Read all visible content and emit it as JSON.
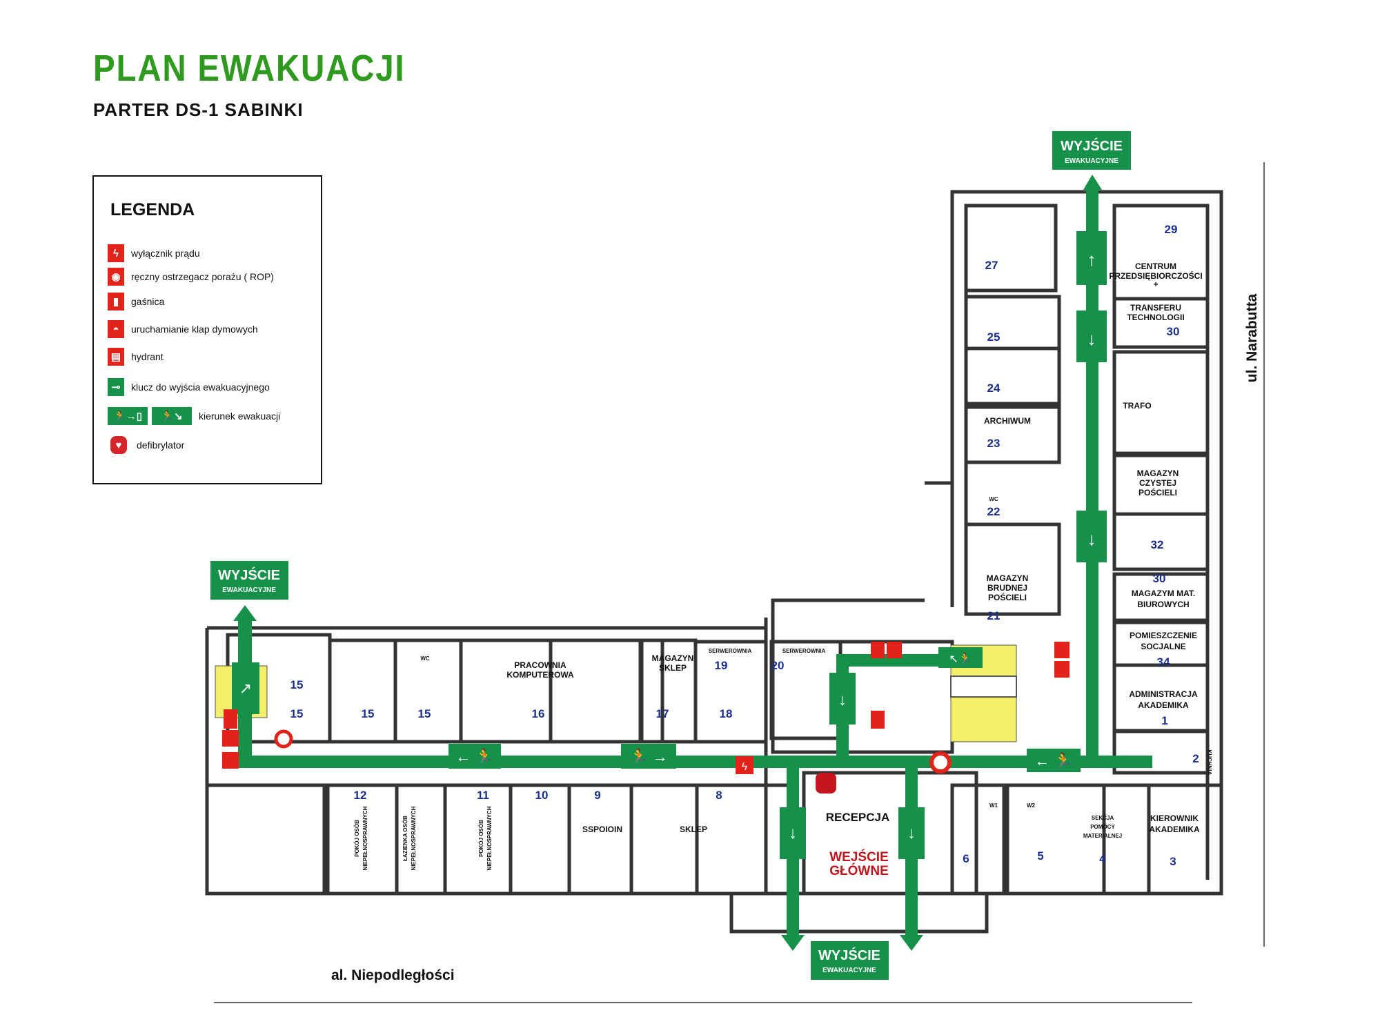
{
  "header": {
    "title": "PLAN EWAKUACJI",
    "subtitle": "PARTER  DS-1 SABINKI"
  },
  "legend": {
    "title": "LEGENDA",
    "items": [
      {
        "label": "wyłącznik prądu",
        "icon": "power-switch-icon"
      },
      {
        "label": "ręczny  ostrzegacz porażu ( ROP)",
        "icon": "fire-alarm-button-icon"
      },
      {
        "label": "gaśnica",
        "icon": "fire-extinguisher-icon"
      },
      {
        "label": "uruchamianie klap dymowych",
        "icon": "smoke-vent-icon"
      },
      {
        "label": "hydrant",
        "icon": "hydrant-icon"
      },
      {
        "label": "klucz  do wyjścia ewakuacyjnego",
        "icon": "exit-key-icon"
      },
      {
        "label": "kierunek ewakuacji",
        "icon": "evacuation-direction-icon"
      },
      {
        "label": "defibrylator",
        "icon": "defibrillator-icon"
      }
    ]
  },
  "exits": {
    "top": {
      "line1": "WYJŚCIE",
      "line2": "EWAKUACYJNE"
    },
    "left": {
      "line1": "WYJŚCIE",
      "line2": "EWAKUACYJNE"
    },
    "bottom": {
      "line1": "WYJŚCIE",
      "line2": "EWAKUACYJNE"
    }
  },
  "main_entrance": {
    "line1": "WEJŚCIE",
    "line2": "GŁÓWNE"
  },
  "rooms": {
    "r29": "29",
    "centrum1": "CENTRUM",
    "centrum2": "PRZEDSIĘBIORCZOŚCI",
    "centrum3": "+",
    "r27": "27",
    "transferu1": "TRANSFERU",
    "transferu2": "TECHNOLOGII",
    "r30a": "30",
    "r25": "25",
    "r24": "24",
    "trafo": "TRAFO",
    "archiwum": "ARCHIWUM",
    "r23": "23",
    "mag_czystej1": "MAGAZYN",
    "mag_czystej2": "CZYSTEJ",
    "mag_czystej3": "POŚCIELI",
    "wc22": "WC",
    "r22": "22",
    "r32": "32",
    "mag_brudnej1": "MAGAZYN",
    "mag_brudnej2": "BRUDNEJ",
    "mag_brudnej3": "POŚCIELI",
    "r21": "21",
    "r30b": "30",
    "mag_mat1": "MAGAZYM MAT.",
    "mag_mat2": "BIUROWYCH",
    "pom_soc1": "POMIESZCZENIE",
    "pom_soc2": "SOCJALNE",
    "r34": "34",
    "admin1": "ADMINISTRACJA",
    "admin2": "AKADEMIKA",
    "r1": "1",
    "r2": "2",
    "kuchnia": "KUCHNIA",
    "r15a": "15",
    "r15b": "15",
    "r15c": "15",
    "r15d": "15",
    "wc_top": "WC",
    "pracownia1": "PRACOWNIA",
    "pracownia2": "KOMPUTEROWA",
    "r16": "16",
    "mag_sklep1": "MAGAZYN",
    "mag_sklep2": "SKLEP",
    "r17": "17",
    "serwer19": "SERWEROWNIA",
    "r19": "19",
    "r18": "18",
    "serwer20": "SERWEROWNIA",
    "r20": "20",
    "r12": "12",
    "r11": "11",
    "r10": "10",
    "r9": "9",
    "r8": "8",
    "pokoj1a": "POKÓJ OSÓB",
    "pokoj1b": "NIEPEŁNOSPRAWNYCH",
    "lazienka1": "ŁAZIENKA OSÓB",
    "lazienka2": "NIEPEŁNOSPRAWNYCH",
    "pokoj2a": "POKÓJ OSÓB",
    "pokoj2b": "NIEPEŁNOSPRAWNYCH",
    "sspoioin": "SSPOIOIN",
    "sklep": "SKLEP",
    "recepcja": "RECEPCJA",
    "w1": "W1",
    "w2": "W2",
    "r6": "6",
    "r5": "5",
    "sekcja1": "SEKCJA",
    "sekcja2": "POMOCY",
    "sekcja3": "MATERIALNEJ",
    "r4": "4",
    "kierownik1": "KIEROWNIK",
    "kierownik2": "AKADEMIKA",
    "r3": "3"
  },
  "streets": {
    "bottom": "al. Niepodległości",
    "right": "ul. Narabutta"
  },
  "colors": {
    "evac_green": "#15914a",
    "title_green": "#2e9a1e",
    "safety_red": "#e2231a",
    "stairs_yellow": "#f3ef6b",
    "room_number_blue": "#1a2f8e",
    "entrance_red": "#c0151b"
  }
}
